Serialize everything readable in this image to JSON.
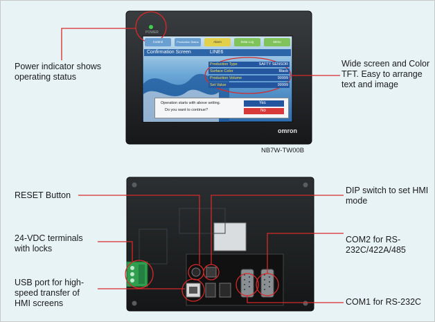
{
  "labels": {
    "power_indicator": "Power indicator shows operating status",
    "wide_screen": "Wide screen and Color TFT. Easy to arrange text and image",
    "model": "NB7W-TW00B",
    "reset": "RESET Button",
    "dip": "DIP switch to set HMI mode",
    "terminals": "24-VDC terminals with locks",
    "com2": "COM2 for RS-232C/422A/485",
    "usb": "USB port for high-speed transfer of HMI screens",
    "com1": "COM1 for RS-232C"
  },
  "screen": {
    "power_text": "POWER",
    "brand": "omron",
    "tabs": [
      "Control",
      "Production Status",
      "Alarm",
      "Data Log",
      "Menu"
    ],
    "confirmation_title": "Confirmation Screen",
    "line": "LINE6",
    "rows": [
      {
        "label": "Production Type",
        "value": "SAFTY SENSOR"
      },
      {
        "label": "Surface Color",
        "value": "Black"
      },
      {
        "label": "Production Volume",
        "value": "99999"
      },
      {
        "label": "Set Value",
        "value": "99999"
      }
    ],
    "prompt_line1": "Operation starts with above setting.",
    "prompt_line2": "Do you want to continue?",
    "yes": "Yes",
    "no": "No"
  },
  "colors": {
    "background": "#e8f3f6",
    "callout_red": "#d62a2a",
    "bezel": "#1f2224",
    "screen_blue": "#3e7fc4"
  }
}
